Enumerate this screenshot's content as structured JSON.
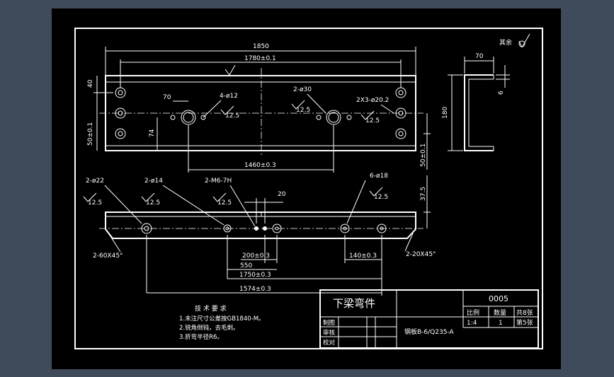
{
  "colors": {
    "background": "#3f4a5a",
    "paper": "#000000",
    "lines": "#ffffff"
  },
  "roughness": {
    "label": "其余"
  },
  "top_view": {
    "dim_1850": "1850",
    "dim_1780": "1780±0.1",
    "dim_70": "70",
    "dim_4x12": "4-ø12",
    "dim_2x30": "2-ø30",
    "dim_2x3x20": "2X3-ø20.2",
    "rough_a": "12.5",
    "rough_b": "12.5",
    "rough_c": "12.5",
    "dim_40": "40",
    "dim_50_left": "50±0.1",
    "dim_74": "74",
    "dim_1460": "1460±0.3",
    "dim_50_right": "50±0.1"
  },
  "side_view": {
    "dim_70": "70",
    "dim_180": "180",
    "dim_6": "6"
  },
  "bottom_view": {
    "dim_2x22": "2-ø22",
    "dim_2x14": "2-ø14",
    "dim_m6": "2-M6-7H",
    "dim_20": "20",
    "dim_6x18": "6-ø18",
    "rough_1": "12.5",
    "rough_2": "12.5",
    "rough_3": "12.5",
    "rough_4": "12.5",
    "dim_37": "37.5",
    "chamfer_left": "2-60X45°",
    "chamfer_right": "2-20X45°",
    "dim_200": "200±0.3",
    "dim_550": "550",
    "dim_140": "140±0.3",
    "dim_1750": "1750±0.3",
    "dim_1574": "1574±0.3"
  },
  "notes": {
    "title": "技 术 要 求",
    "lines": [
      "1.未注尺寸公差按GB1840-M。",
      "2.锐角倒钝，去毛刺。",
      "3.折弯半径R6。"
    ]
  },
  "title_block": {
    "part_name": "下梁弯件",
    "drawing_no": "0005",
    "scale_label": "比例",
    "qty_label": "数量",
    "sheets_total": "共8张",
    "scale_value": "1:4",
    "qty_value": "1",
    "sheet_no": "第5张",
    "drawn_label": "制图",
    "check_label": "审核",
    "proof_label": "校对",
    "material": "钢板B-6/Q235-A"
  }
}
